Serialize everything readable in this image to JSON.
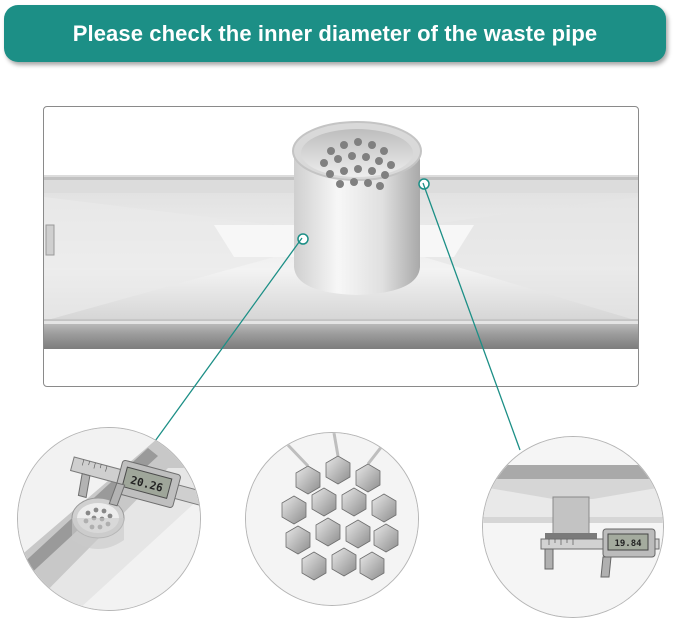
{
  "banner": {
    "text": "Please check the inner diameter of the waste pipe",
    "background_color": "#1c8f86",
    "text_color": "#ffffff"
  },
  "caliper_left": {
    "reading": "20.26"
  },
  "caliper_right": {
    "reading": "19.84"
  },
  "colors": {
    "leader_line": "#1c8f86",
    "steel": "#a8a8a8"
  }
}
